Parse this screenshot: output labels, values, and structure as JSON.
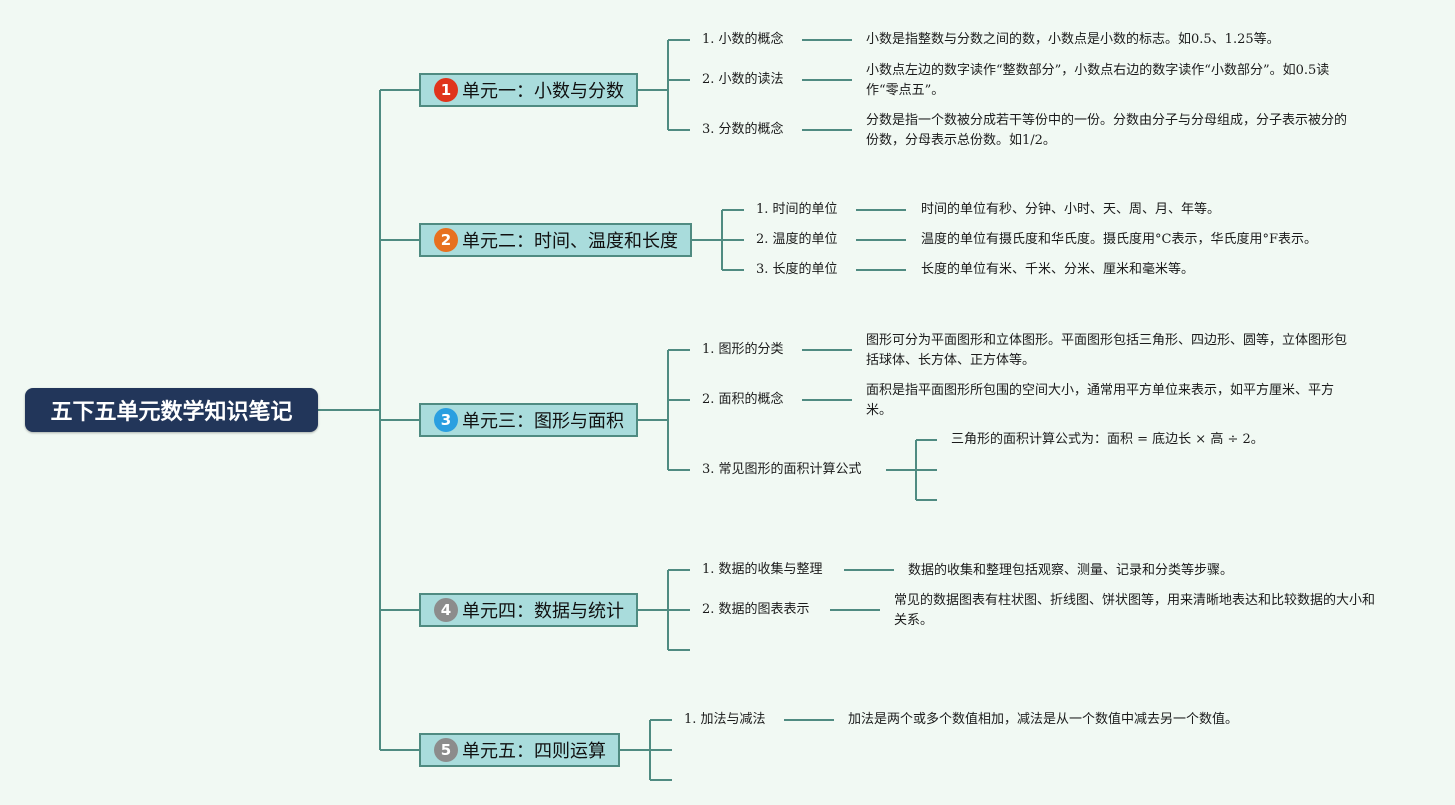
{
  "root": {
    "title": "五下五单元数学知识笔记",
    "color": "#22365a"
  },
  "units": [
    {
      "number": "1",
      "badge_color": "#e0341c",
      "title": "单元一：小数与分数",
      "topics": [
        {
          "label": "1. 小数的概念",
          "detail": "小数是指整数与分数之间的数，小数点是小数的标志。如0.5、1.25等。"
        },
        {
          "label": "2. 小数的读法",
          "detail": "小数点左边的数字读作“整数部分”，小数点右边的数字读作“小数部分”。如0.5读作“零点五”。"
        },
        {
          "label": "3. 分数的概念",
          "detail": "分数是指一个数被分成若干等份中的一份。分数由分子与分母组成，分子表示被分的份数，分母表示总份数。如1/2。"
        }
      ]
    },
    {
      "number": "2",
      "badge_color": "#e7701f",
      "title": "单元二：时间、温度和长度",
      "topics": [
        {
          "label": "1. 时间的单位",
          "detail": "时间的单位有秒、分钟、小时、天、周、月、年等。"
        },
        {
          "label": "2. 温度的单位",
          "detail": "温度的单位有摄氏度和华氏度。摄氏度用°C表示，华氏度用°F表示。"
        },
        {
          "label": "3. 长度的单位",
          "detail": "长度的单位有米、千米、分米、厘米和毫米等。"
        }
      ]
    },
    {
      "number": "3",
      "badge_color": "#2a9fe0",
      "title": "单元三：图形与面积",
      "topics": [
        {
          "label": "1. 图形的分类",
          "detail": "图形可分为平面图形和立体图形。平面图形包括三角形、四边形、圆等，立体图形包括球体、长方体、正方体等。"
        },
        {
          "label": "2. 面积的概念",
          "detail": "面积是指平面图形所包围的空间大小，通常用平方单位来表示，如平方厘米、平方米。"
        },
        {
          "label": "3. 常见图形的面积计算公式",
          "detail": "三角形的面积计算公式为：面积 = 底边长 × 高 ÷ 2。"
        }
      ]
    },
    {
      "number": "4",
      "badge_color": "#8c8c8c",
      "title": "单元四：数据与统计",
      "topics": [
        {
          "label": "1. 数据的收集与整理",
          "detail": "数据的收集和整理包括观察、测量、记录和分类等步骤。"
        },
        {
          "label": "2. 数据的图表表示",
          "detail": "常见的数据图表有柱状图、折线图、饼状图等，用来清晰地表达和比较数据的大小和关系。"
        }
      ]
    },
    {
      "number": "5",
      "badge_color": "#8c8c8c",
      "title": "单元五：四则运算",
      "topics": [
        {
          "label": "1. 加法与减法",
          "detail": "加法是两个或多个数值相加，减法是从一个数值中减去另一个数值。"
        }
      ]
    }
  ],
  "colors": {
    "background": "#f1f9f3",
    "connector": "#4f8b81",
    "unit_fill": "#a9dcdc"
  }
}
